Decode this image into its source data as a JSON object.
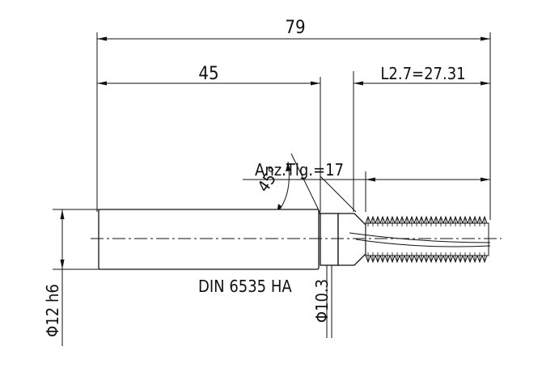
{
  "drawing": {
    "dimensions": {
      "overall_length": "79",
      "shank_length": "45",
      "thread_length": "L2.7=27.31",
      "flute_count": "Anz.Tlg.=17",
      "chamfer_angle": "45°",
      "shank_diameter": "Φ12 h6",
      "neck_diameter": "Φ10.3"
    },
    "standard_label": "DIN 6535 HA"
  }
}
